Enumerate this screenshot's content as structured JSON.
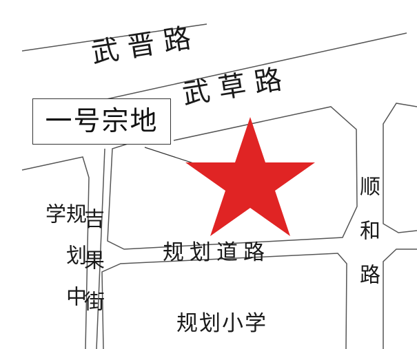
{
  "map": {
    "background_color": "#ffffff",
    "line_color": "#555555",
    "marker_color": "#e02424",
    "roads": {
      "wujin": "武 晋 路",
      "wucao": "武 草 路",
      "shunhe": "顺和路",
      "jiguo": "吉果街",
      "guihua_road": "规划道路"
    },
    "places": {
      "middle_school": "规划中学",
      "primary_school": "规划小学"
    },
    "callout": {
      "label": "一号宗地",
      "marker_icon": "red-star-icon"
    }
  }
}
